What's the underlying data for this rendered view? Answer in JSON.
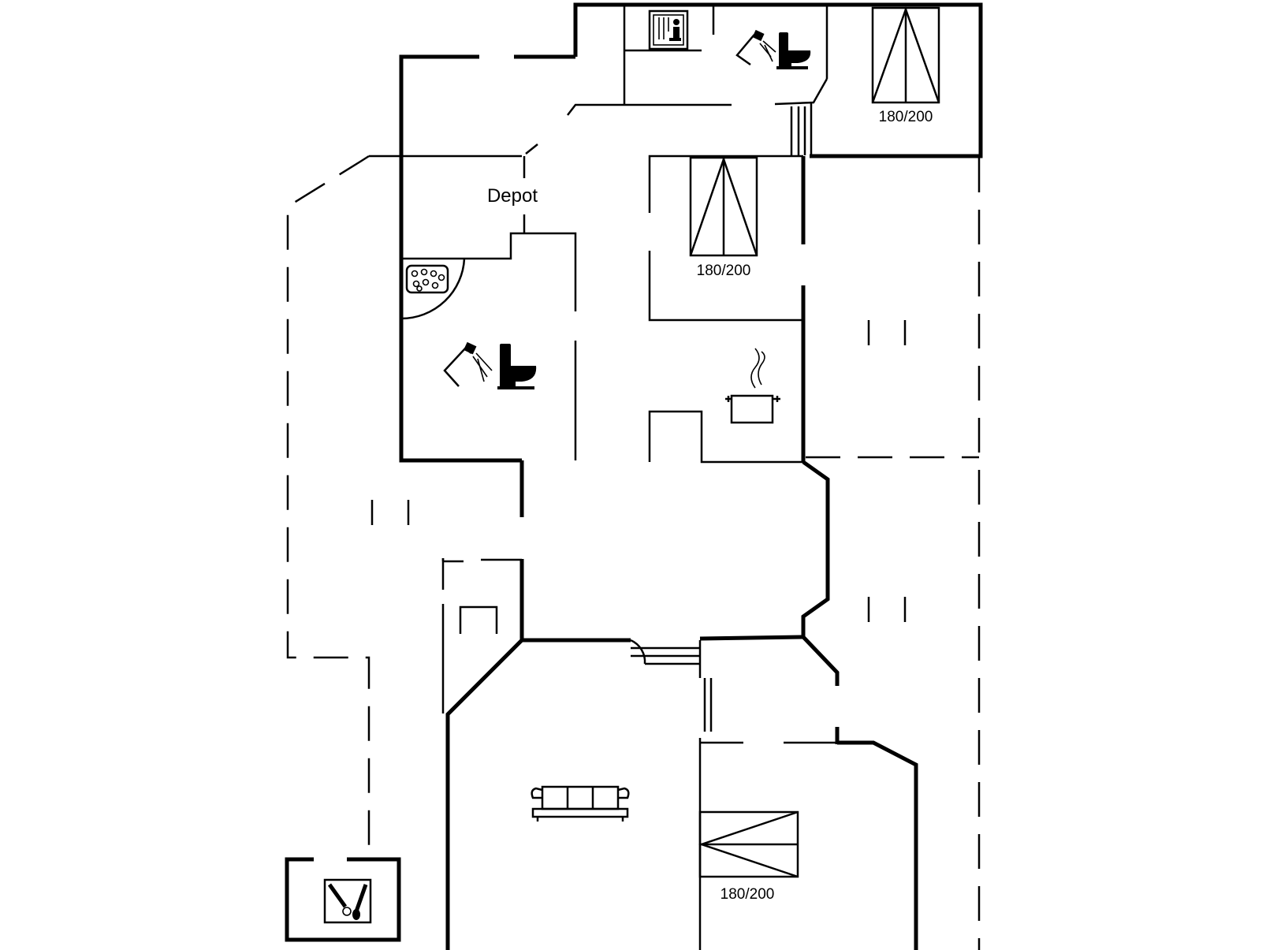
{
  "rooms": {
    "depot": "Depot"
  },
  "beds": [
    {
      "id": "bed-top-right",
      "size": "180/200"
    },
    {
      "id": "bed-middle",
      "size": "180/200"
    },
    {
      "id": "bed-bottom",
      "size": "180/200"
    }
  ],
  "icons": [
    "sauna-icon",
    "shower-icon",
    "toilet-icon",
    "whirlpool-icon",
    "kitchen-pot-icon",
    "sofa-icon",
    "bbq-icon"
  ]
}
